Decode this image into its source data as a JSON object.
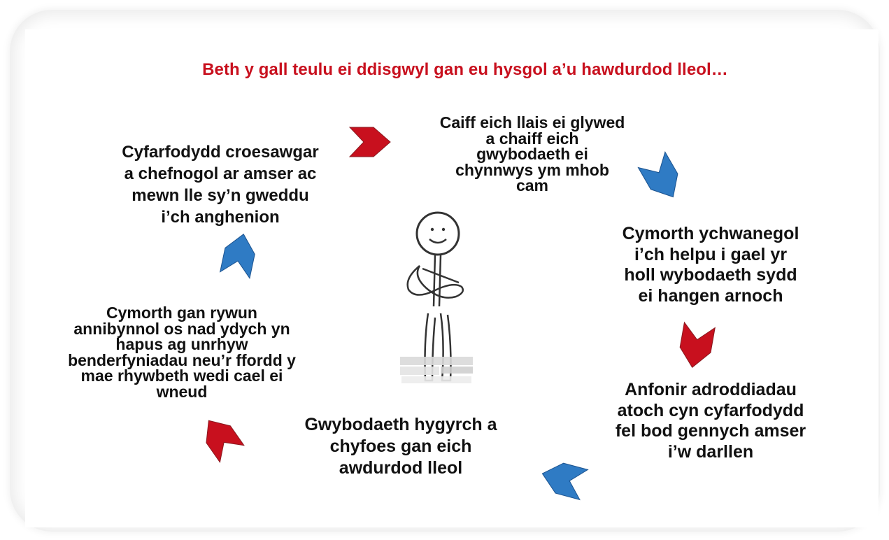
{
  "title": "Beth y gall teulu ei ddisgwyl gan eu hysgol a’u hawdurdod lleol…",
  "steps": [
    {
      "lines": [
        "Cyfarfodydd croesawgar",
        "a chefnogol ar amser ac",
        "mewn lle sy’n gweddu",
        "i’ch anghenion"
      ]
    },
    {
      "lines": [
        "Caiff eich llais ei glywed",
        "a chaiff eich",
        "gwybodaeth ei",
        "chynnwys ym mhob",
        "cam"
      ]
    },
    {
      "lines": [
        "Cymorth ychwanegol",
        "i’ch helpu i gael yr",
        "holl wybodaeth sydd",
        "ei hangen arnoch"
      ]
    },
    {
      "lines": [
        "Anfonir adroddiadau",
        "atoch cyn cyfarfodydd",
        "fel bod gennych amser",
        "i’w darllen"
      ]
    },
    {
      "lines": [
        "Gwybodaeth hygyrch a",
        "chyfoes gan eich",
        "awdurdod lleol"
      ]
    },
    {
      "lines": [
        "Cymorth gan rywun",
        "annibynnol os nad ydych yn",
        "hapus ag unrhyw",
        "benderfyniadau neu’r ffordd y",
        "mae rhywbeth wedi cael ei",
        "wneud"
      ]
    }
  ],
  "colors": {
    "title": "#c8101e",
    "arrow_red": "#c8101e",
    "arrow_blue": "#2f7bc4",
    "text": "#111111"
  },
  "arrows": [
    {
      "color": "red",
      "icon": "chevron-right-icon"
    },
    {
      "color": "blue",
      "icon": "chevron-down-right-icon"
    },
    {
      "color": "red",
      "icon": "chevron-down-icon"
    },
    {
      "color": "blue",
      "icon": "chevron-left-icon"
    },
    {
      "color": "red",
      "icon": "chevron-up-left-icon"
    },
    {
      "color": "blue",
      "icon": "chevron-up-icon"
    }
  ],
  "figure": {
    "icon": "stick-figure-icon"
  }
}
